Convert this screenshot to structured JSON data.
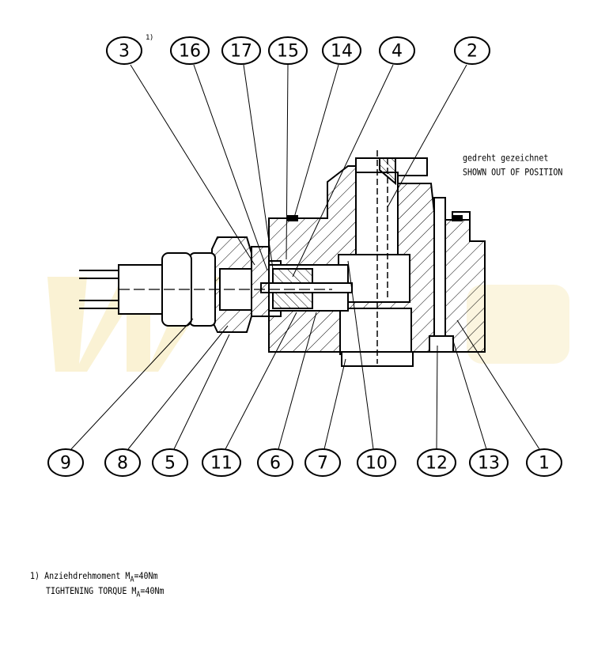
{
  "callouts_top": [
    {
      "id": "3",
      "footnote": "1)"
    },
    {
      "id": "16"
    },
    {
      "id": "17"
    },
    {
      "id": "15"
    },
    {
      "id": "14"
    },
    {
      "id": "4"
    },
    {
      "id": "2"
    }
  ],
  "callouts_bottom": [
    {
      "id": "9"
    },
    {
      "id": "8"
    },
    {
      "id": "5"
    },
    {
      "id": "11"
    },
    {
      "id": "6"
    },
    {
      "id": "7"
    },
    {
      "id": "10"
    },
    {
      "id": "12"
    },
    {
      "id": "13"
    },
    {
      "id": "1"
    }
  ],
  "annotation": {
    "line1": "gedreht gezeichnet",
    "line2": "SHOWN OUT OF POSITION"
  },
  "footnote": {
    "marker": "1)",
    "line1": "Anziehdrehmoment M",
    "line1_sub": "A",
    "line1_value": "=40Nm",
    "line2": "TIGHTENING TORQUE M",
    "line2_sub": "A",
    "line2_value": "=40Nm"
  },
  "colors": {
    "ink": "#000000",
    "watermark": "#f6e7b0"
  }
}
